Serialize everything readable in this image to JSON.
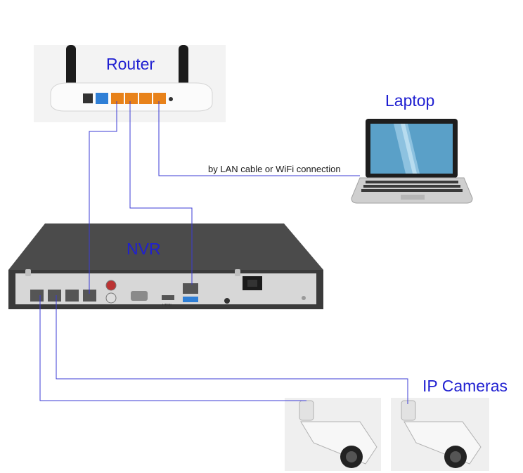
{
  "labels": {
    "router": "Router",
    "laptop": "Laptop",
    "nvr": "NVR",
    "ip_cameras": "IP Cameras",
    "connection_note": "by LAN cable or WiFi connection"
  },
  "nvr_panel": {
    "hdmi": "HDMI"
  },
  "colors": {
    "label_text": "#1f1fd1",
    "cable": "#3b3bd6",
    "lan_port": "#e8821a",
    "wan_port": "#2f7fd6"
  }
}
